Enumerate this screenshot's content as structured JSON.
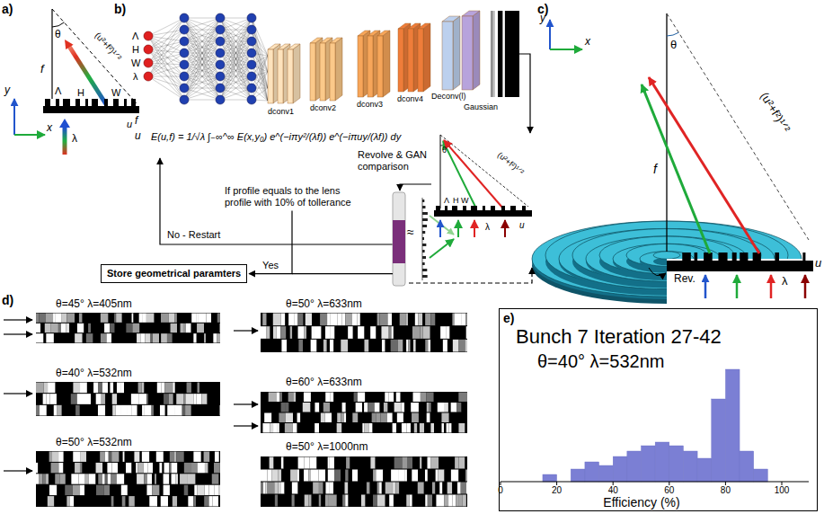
{
  "diagram": {
    "nodes": [
      {
        "text": [
          "If profile equals to the lens profile with 10% of tollerance"
        ]
      },
      {
        "text": [
          "Store geometrical paramters"
        ]
      },
      {
        "text": [
          "Bunch 7 Iteration 27-42",
          "θ=40° λ=532nm"
        ]
      }
    ],
    "edges": [
      {
        "from": 0,
        "to": 1,
        "arrow": "to",
        "label": "Yes"
      }
    ],
    "labels": [
      "a)",
      "y",
      "x",
      "f",
      "θ",
      "(u²+f²)¹ᐟ²",
      "Λ",
      "H",
      "W",
      "u",
      "λ",
      "b)",
      "Λ",
      "H",
      "W",
      "λ",
      "dconv1",
      "dconv2",
      "dconv3",
      "dconv4",
      "Deconv(l)",
      "Gaussian",
      "f",
      "u",
      "E(u,f) = 1/√λ ∫₋∞^∞ E(x,y₀) e^(−iπy²/(λf)) e^(−iπuy/(λf)) dy",
      "θ",
      "(u²+f²)¹ᐟ²",
      "Λ",
      "H",
      "W",
      "λ",
      "u",
      "Revolve & GAN comparison",
      "≈",
      "No - Restart",
      "c)",
      "y",
      "x",
      "f",
      "θ",
      "(u²+f²)¹ᐟ²",
      "u",
      "Rev.",
      "λ",
      "d)",
      "θ=45° λ=405nm",
      "θ=40° λ=532nm",
      "θ=50° λ=532nm",
      "θ=50° λ=633nm",
      "θ=60° λ=633nm",
      "θ=50° λ=1000nm",
      "e)",
      "0",
      "20",
      "40",
      "60",
      "80",
      "100",
      "Efficiency (%)"
    ]
  }
}
